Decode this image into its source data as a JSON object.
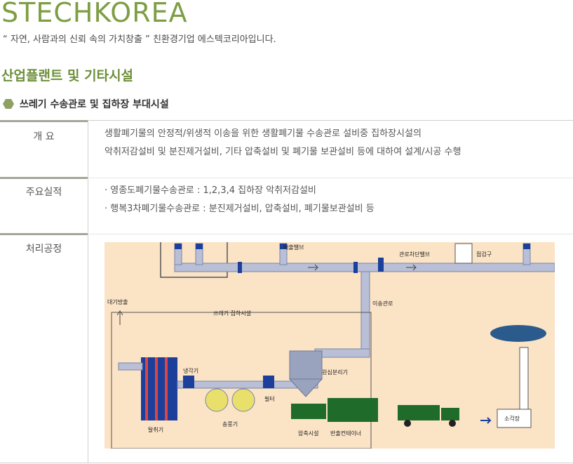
{
  "header": {
    "brand": "STECHKOREA",
    "tagline": "“ 자연, 사람과의 신뢰 속의 가치창출 ” 친환경기업 에스텍코리아입니다."
  },
  "section": {
    "title": "산업플랜트 및 기타시설",
    "subtitle": "쓰레기 수송관로 및 집하장 부대시설"
  },
  "rows": {
    "overview": {
      "label": "개    요",
      "lines": [
        "생활폐기물의 안정적/위생적 이송을 위한 생활폐기물 수송관로 설비중 집하장시설의",
        "악취저감설비 및 분진제거설비, 기타 압축설비 및 폐기물 보관설비 등에 대하여 설계/시공 수행"
      ]
    },
    "achievements": {
      "label": "주요실적",
      "lines": [
        "· 영종도폐기물수송관로 : 1,2,3,4 집하장 악취저감설비",
        "· 행복3차폐기물수송관로 : 분진제거설비, 압축설비, 폐기물보관설비 등"
      ]
    },
    "process": {
      "label": "처리공정"
    }
  },
  "diagram": {
    "background": "#fbe3c6",
    "labels": {
      "discharge_valve": "배출밸브",
      "line_shutoff_valve": "관로차단밸브",
      "inspection_port": "점검구",
      "exhaust": "대기방출",
      "collection_facility": "쓰레기 집하시설",
      "transfer_line": "이송관로",
      "deodorizer": "탈취기",
      "cooler": "냉각기",
      "blower": "송풍기",
      "filter": "필터",
      "cyclone": "원심분리기",
      "compactor": "압축시설",
      "container": "반출컨테이너",
      "incinerator": "소각장"
    },
    "colors": {
      "pipe": "#b8bfd6",
      "green": "#1f6b2a",
      "blue": "#1b3f9a"
    }
  }
}
